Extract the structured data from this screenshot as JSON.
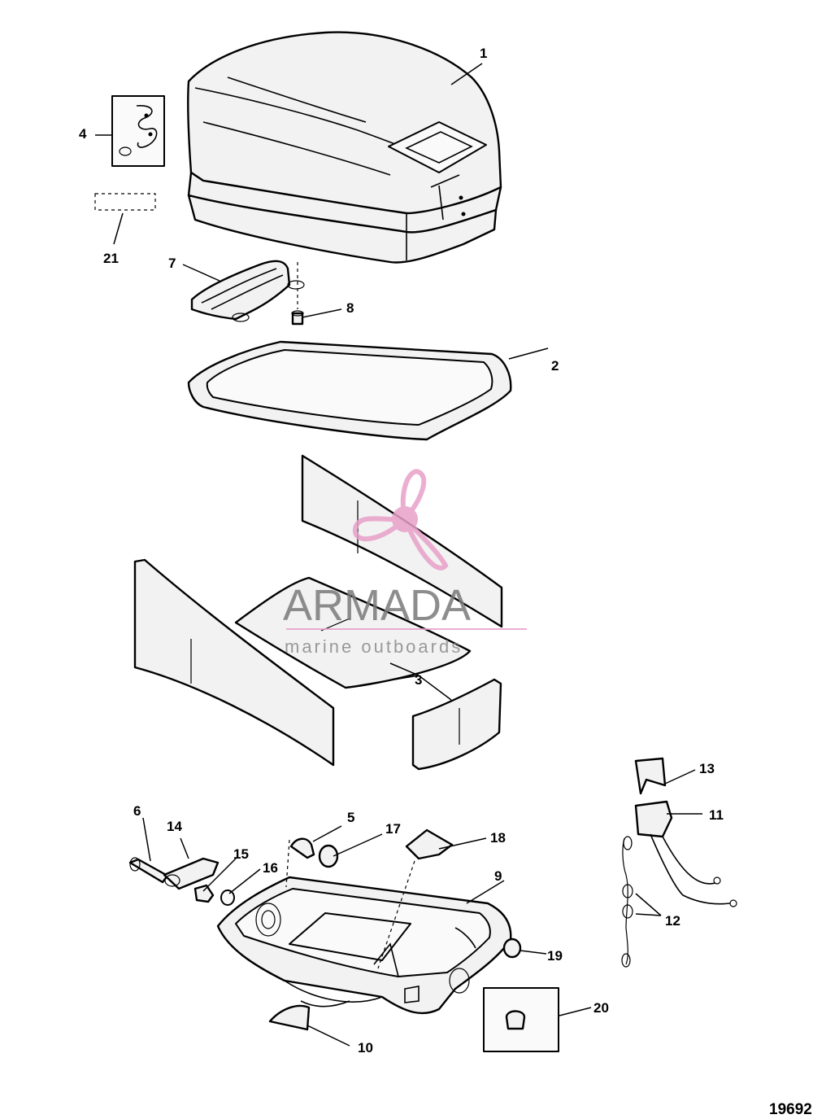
{
  "callouts": [
    "1",
    "2",
    "3",
    "4",
    "5",
    "6",
    "7",
    "8",
    "9",
    "10",
    "11",
    "12",
    "13",
    "14",
    "15",
    "16",
    "17",
    "18",
    "19",
    "20",
    "21"
  ],
  "figure_number": "19692",
  "watermark": {
    "brand": "ARMADA",
    "tagline": "marine outboards",
    "logo_color": "#e8a0c8",
    "text_color": "#7a7a7a"
  },
  "icons": [
    "propeller-logo-icon"
  ]
}
